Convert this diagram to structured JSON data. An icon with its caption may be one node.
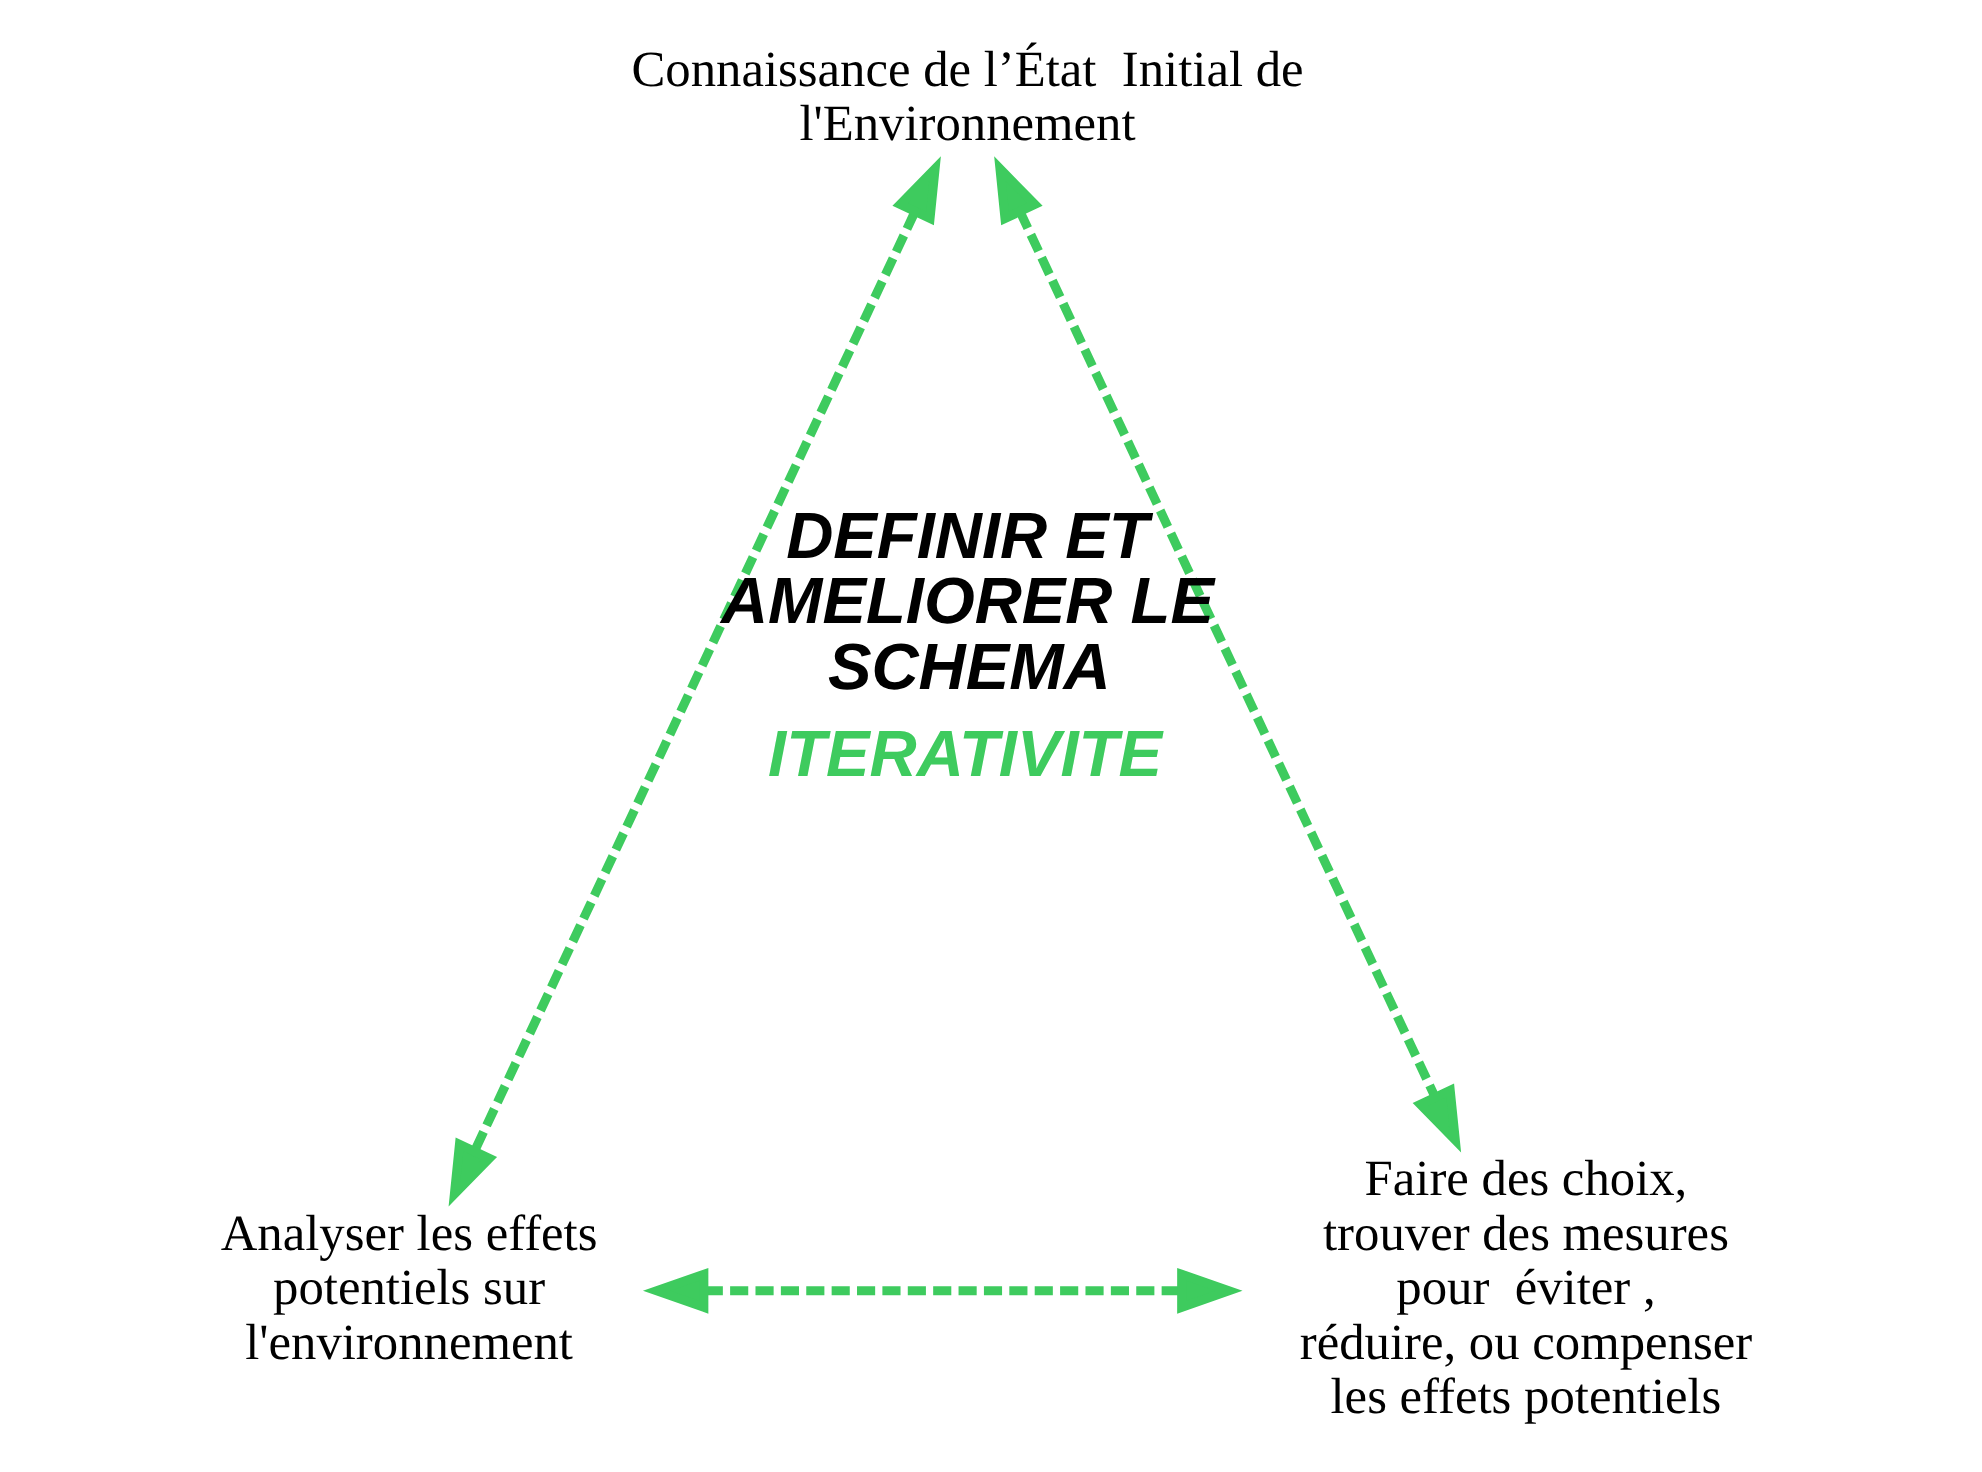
{
  "diagram": {
    "nodes": [
      {
        "text": [
          "Connaissance de l’État  Initial de l'Environnement"
        ]
      },
      {
        "text": [
          "Analyser les effets potentiels sur l'environnement"
        ]
      },
      {
        "text": [
          "Faire des choix, trouver des mesures pour  éviter , réduire, ou compenser les effets potentiels"
        ]
      }
    ],
    "edges": [
      {
        "from": 0,
        "to": 1,
        "arrow": "both",
        "style": "dashed"
      },
      {
        "from": 0,
        "to": 2,
        "arrow": "both",
        "style": "dashed"
      },
      {
        "from": 1,
        "to": 2,
        "arrow": "both",
        "style": "dashed"
      }
    ],
    "labels": [
      "DEFINIR ET AMELIORER LE SCHEMA",
      "ITERATIVITE"
    ]
  }
}
